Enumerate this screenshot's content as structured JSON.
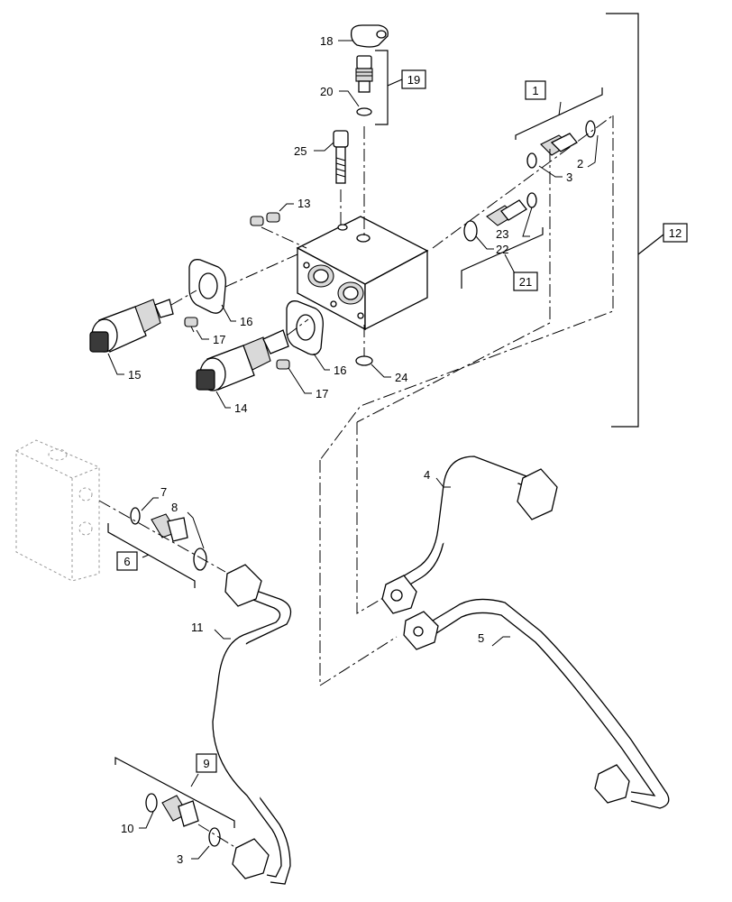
{
  "labels": {
    "l1": "1",
    "l2": "2",
    "l3a": "3",
    "l3b": "3",
    "l4": "4",
    "l5": "5",
    "l6": "6",
    "l7": "7",
    "l8": "8",
    "l9": "9",
    "l10": "10",
    "l11": "11",
    "l12": "12",
    "l13": "13",
    "l14": "14",
    "l15": "15",
    "l16a": "16",
    "l16b": "16",
    "l17a": "17",
    "l17b": "17",
    "l18": "18",
    "l19": "19",
    "l20": "20",
    "l21": "21",
    "l22": "22",
    "l23": "23",
    "l24": "24",
    "l25": "25"
  }
}
